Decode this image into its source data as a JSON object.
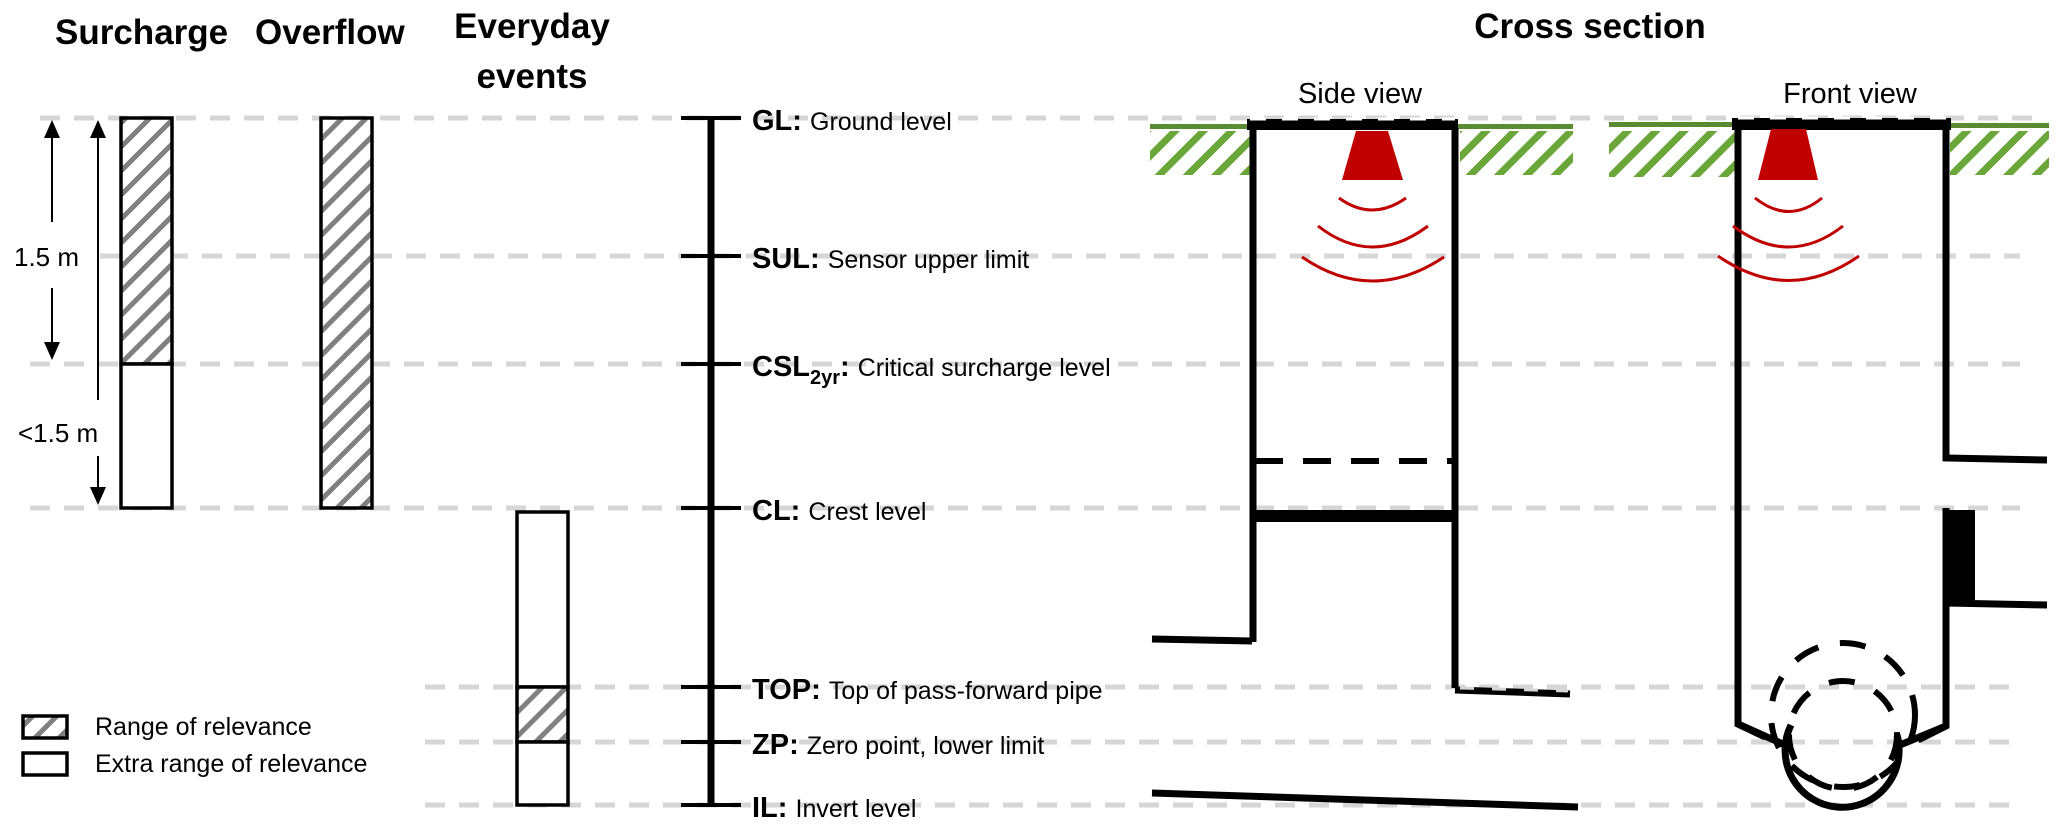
{
  "headers": {
    "surcharge": "Surcharge",
    "overflow": "Overflow",
    "everyday_line1": "Everyday",
    "everyday_line2": "events",
    "cross_section": "Cross section",
    "side_view": "Side view",
    "front_view": "Front view"
  },
  "levels": [
    {
      "abbr": "GL",
      "sub": "",
      "desc": "Ground level"
    },
    {
      "abbr": "SUL",
      "sub": "",
      "desc": "Sensor upper limit"
    },
    {
      "abbr": "CSL",
      "sub": "2yr",
      "desc": "Critical surcharge level"
    },
    {
      "abbr": "CL",
      "sub": "",
      "desc": "Crest level"
    },
    {
      "abbr": "TOP",
      "sub": "",
      "desc": "Top of pass-forward pipe"
    },
    {
      "abbr": "ZP",
      "sub": "",
      "desc": "Zero point, lower limit"
    },
    {
      "abbr": "IL",
      "sub": "",
      "desc": "Invert level"
    }
  ],
  "separator": ": ",
  "dimensions": {
    "upper": "1.5 m",
    "lower": "<1.5 m"
  },
  "ranges": {
    "surcharge": {
      "relevance": [
        "GL",
        "CSL"
      ],
      "extra": [
        "CSL",
        "CL"
      ]
    },
    "overflow": {
      "relevance": [
        "GL",
        "CL"
      ]
    },
    "everyday": {
      "extra_upper": [
        "CL",
        "TOP"
      ],
      "relevance": [
        "TOP",
        "ZP"
      ],
      "extra_lower": [
        "ZP",
        "IL"
      ]
    }
  },
  "legend": [
    {
      "label": "Range of relevance",
      "style": "hatched"
    },
    {
      "label": "Extra range of relevance",
      "style": "empty"
    }
  ],
  "colors": {
    "ground": "#5a8a32",
    "ground_hatch": "#6aa63a",
    "sensor": "#c00000",
    "hatch_gray": "#808080",
    "guide": "#d6d6d6"
  }
}
